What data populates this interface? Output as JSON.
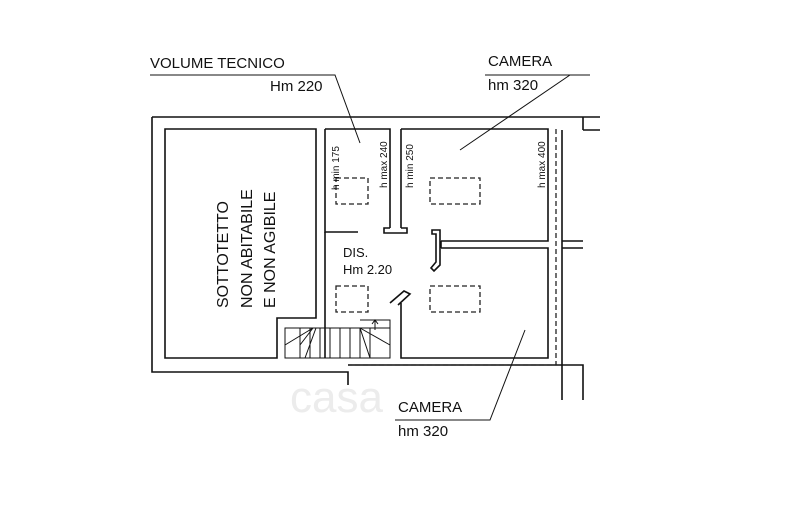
{
  "labels": {
    "volume_tecnico": {
      "name": "VOLUME TECNICO",
      "height": "Hm 220"
    },
    "camera_top": {
      "name": "CAMERA",
      "height": "hm 320"
    },
    "camera_bottom": {
      "name": "CAMERA",
      "height": "hm 320"
    },
    "disimpegno": {
      "name": "DIS.",
      "height": "Hm 2.20"
    },
    "sottotetto": [
      "SOTTOTETTO",
      "NON ABITABILE",
      "E NON AGIBILE"
    ],
    "heights": {
      "vt_min": "h min 175",
      "vt_max": "h max 240",
      "cam_min": "h min 250",
      "cam_max": "h max 400"
    }
  },
  "watermark": "casa"
}
